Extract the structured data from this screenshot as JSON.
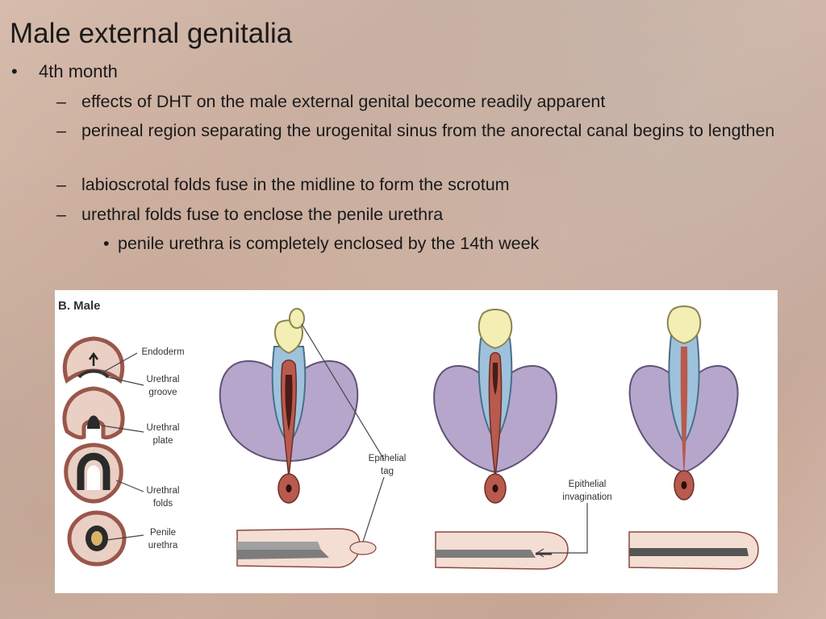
{
  "slide": {
    "title": "Male external genitalia"
  },
  "bullets": {
    "level1": {
      "marker": "•",
      "text": "4th month"
    },
    "level2": [
      {
        "marker": "–",
        "text": "effects of DHT on the male external genital become readily apparent"
      },
      {
        "marker": "–",
        "text": "perineal region separating the urogenital sinus from the anorectal canal begins to lengthen"
      },
      {
        "marker": "–",
        "text": "labioscrotal folds fuse in the midline to form the scrotum"
      },
      {
        "marker": "–",
        "text": "urethral folds fuse to enclose the penile urethra"
      }
    ],
    "level3": {
      "marker": "•",
      "text": "penile urethra is completely enclosed by the 14th week"
    }
  },
  "figure": {
    "panel_title": "B. Male",
    "labels": {
      "endoderm": "Endoderm",
      "urethral_groove_1": "Urethral",
      "urethral_groove_2": "groove",
      "urethral_plate_1": "Urethral",
      "urethral_plate_2": "plate",
      "urethral_folds_1": "Urethral",
      "urethral_folds_2": "folds",
      "penile_urethra_1": "Penile",
      "penile_urethra_2": "urethra",
      "epithelial_tag_1": "Epithelial",
      "epithelial_tag_2": "tag",
      "epithelial_invagination_1": "Epithelial",
      "epithelial_invagination_2": "invagination"
    },
    "colors": {
      "scrotum": "#b7a6cc",
      "shaft": "#9fc2dc",
      "glans": "#f3efb4",
      "urethra": "#b85a4e",
      "section_body": "#f4ddd3",
      "section_outline": "#8a4a40"
    }
  }
}
